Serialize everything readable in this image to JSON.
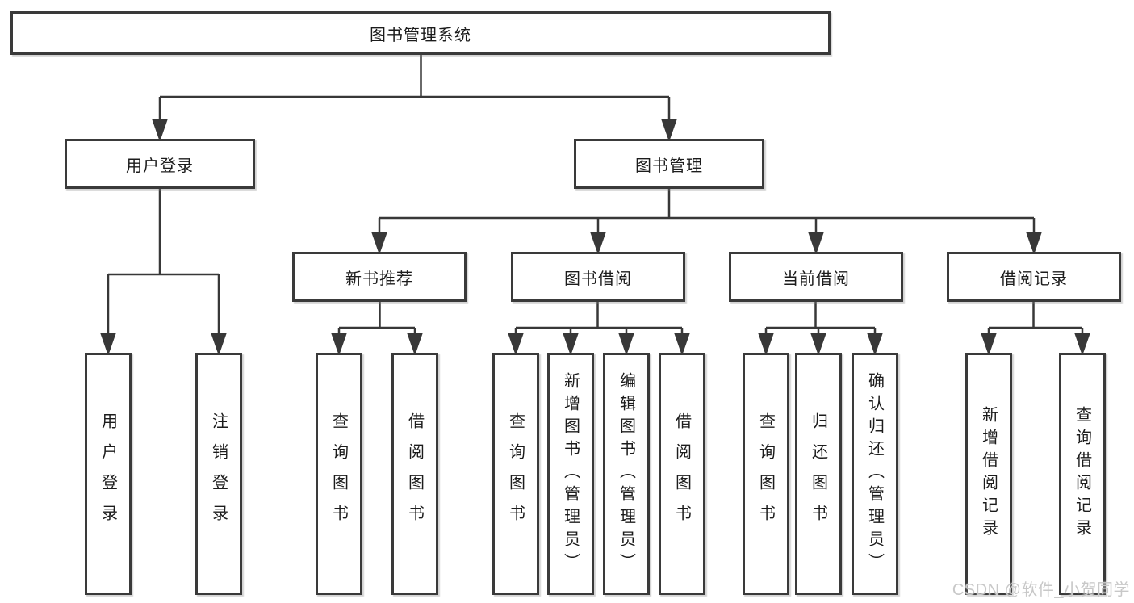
{
  "diagram": {
    "type": "hierarchy-tree",
    "orientation": "top-down"
  },
  "colors": {
    "background": "#ffffff",
    "line": "#383838",
    "box_border": "#3a3a3a",
    "text": "#1c1c1c",
    "watermark": "#c8c8c8"
  },
  "tree": {
    "root": "图书管理系统",
    "children": [
      {
        "label": "用户登录",
        "children": [
          "用户登录",
          "注销登录"
        ]
      },
      {
        "label": "图书管理",
        "children": [
          {
            "label": "新书推荐",
            "children": [
              "查询图书",
              "借阅图书"
            ]
          },
          {
            "label": "图书借阅",
            "children": [
              "查询图书",
              "新增图书（管理员）",
              "编辑图书（管理员）",
              "借阅图书"
            ]
          },
          {
            "label": "当前借阅",
            "children": [
              "查询图书",
              "归还图书",
              "确认归还（管理员）"
            ]
          },
          {
            "label": "借阅记录",
            "children": [
              "新增借阅记录",
              "查询借阅记录"
            ]
          }
        ]
      }
    ]
  },
  "watermark": {
    "text": "CSDN @软件_小贺同学"
  }
}
